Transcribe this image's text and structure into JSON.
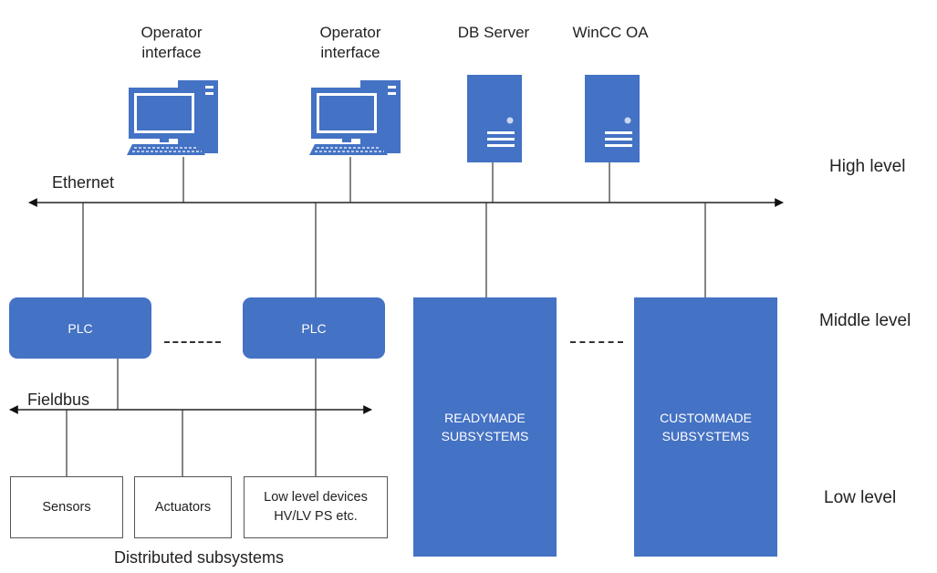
{
  "top_nodes": {
    "operator_1": {
      "label_line1": "Operator",
      "label_line2": "interface",
      "icon": "computer-icon"
    },
    "operator_2": {
      "label_line1": "Operator",
      "label_line2": "interface",
      "icon": "computer-icon"
    },
    "db_server": {
      "label": "DB Server",
      "icon": "server-icon"
    },
    "wincc": {
      "label": "WinCC OA",
      "icon": "server-icon"
    }
  },
  "buses": {
    "ethernet": "Ethernet",
    "fieldbus": "Fieldbus"
  },
  "plcs": [
    "PLC",
    "PLC"
  ],
  "subsystems": {
    "readymade": {
      "line1": "READYMADE",
      "line2": "SUBSYSTEMS"
    },
    "custommade": {
      "line1": "CUSTOMMADE",
      "line2": "SUBSYSTEMS"
    }
  },
  "devices": {
    "sensors": "Sensors",
    "actuators": "Actuators",
    "low_level_line1": "Low level devices",
    "low_level_line2": "HV/LV PS etc."
  },
  "caption": "Distributed subsystems",
  "levels": {
    "high": "High level",
    "middle": "Middle level",
    "low": "Low level"
  },
  "colors": {
    "accent": "#4472c4",
    "line": "#333333"
  }
}
